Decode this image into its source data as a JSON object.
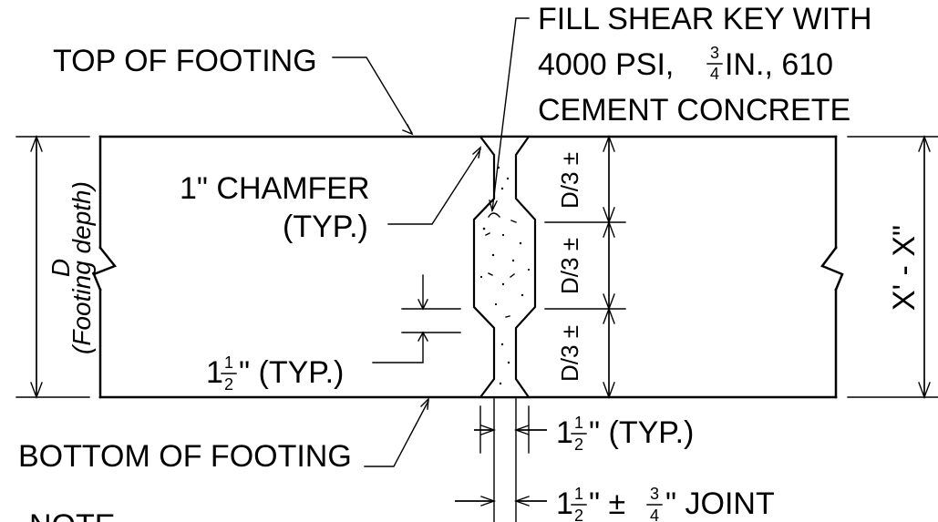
{
  "labels": {
    "top_of_footing": "TOP OF FOOTING",
    "fill_line_1": "FILL SHEAR KEY WITH",
    "fill_line_2a": "4000 PSI, ",
    "fill_line_2b": " IN., 610",
    "fill_line_3": "CEMENT CONCRETE",
    "chamfer_1": "1\" CHAMFER",
    "chamfer_2": "(TYP.)",
    "left_dimension": "D",
    "left_dimension_note": "(Footing depth)",
    "right_dimension": "X' - X\"",
    "bottom_of_footing": "BOTTOM OF FOOTING",
    "typ_left": "\" (TYP.)",
    "typ_bottom": "\" (TYP.)",
    "joint": "\" ± ",
    "joint_suffix": "\" JOINT",
    "note": "NOTE"
  },
  "fractions": {
    "three_quarter_num": "3",
    "three_quarter_den": "4",
    "one_half_whole": "1",
    "one_half_num": "1",
    "one_half_den": "2",
    "d_over_three_num": "D",
    "d_over_three_den": "3",
    "plus_minus": "±"
  }
}
